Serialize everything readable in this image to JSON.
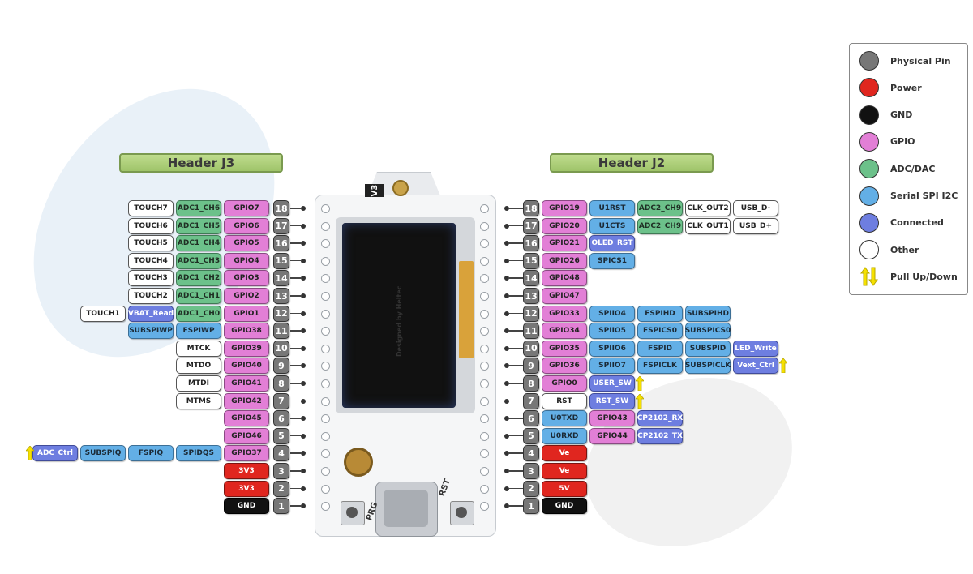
{
  "header_left": "Header J3",
  "header_right": "Header J2",
  "board": {
    "version_label": "V3",
    "prg_label": "PRG",
    "rst_label": "RST",
    "side_text": "Designed by Heltec"
  },
  "legend": [
    {
      "label": "Physical Pin",
      "color": "#777777"
    },
    {
      "label": "Power",
      "color": "#e0261f"
    },
    {
      "label": "GND",
      "color": "#111111"
    },
    {
      "label": "GPIO",
      "color": "#e27fd6"
    },
    {
      "label": "ADC/DAC",
      "color": "#6cc18a"
    },
    {
      "label": "Serial SPI I2C",
      "color": "#63afe6"
    },
    {
      "label": "Connected",
      "color": "#6e7ee0"
    },
    {
      "label": "Other",
      "color": "#ffffff"
    },
    {
      "label": "Pull Up/Down",
      "color": "#f5e000"
    }
  ],
  "j3_rows": [
    {
      "pin": "18",
      "labels": [
        {
          "t": "GPIO7",
          "c": "gpio"
        },
        {
          "t": "ADC1_CH6",
          "c": "adc"
        },
        {
          "t": "TOUCH7",
          "c": "other"
        }
      ]
    },
    {
      "pin": "17",
      "labels": [
        {
          "t": "GPIO6",
          "c": "gpio"
        },
        {
          "t": "ADC1_CH5",
          "c": "adc"
        },
        {
          "t": "TOUCH6",
          "c": "other"
        }
      ]
    },
    {
      "pin": "16",
      "labels": [
        {
          "t": "GPIO5",
          "c": "gpio"
        },
        {
          "t": "ADC1_CH4",
          "c": "adc"
        },
        {
          "t": "TOUCH5",
          "c": "other"
        }
      ]
    },
    {
      "pin": "15",
      "labels": [
        {
          "t": "GPIO4",
          "c": "gpio"
        },
        {
          "t": "ADC1_CH3",
          "c": "adc"
        },
        {
          "t": "TOUCH4",
          "c": "other"
        }
      ]
    },
    {
      "pin": "14",
      "labels": [
        {
          "t": "GPIO3",
          "c": "gpio"
        },
        {
          "t": "ADC1_CH2",
          "c": "adc"
        },
        {
          "t": "TOUCH3",
          "c": "other"
        }
      ]
    },
    {
      "pin": "13",
      "labels": [
        {
          "t": "GPIO2",
          "c": "gpio"
        },
        {
          "t": "ADC1_CH1",
          "c": "adc"
        },
        {
          "t": "TOUCH2",
          "c": "other"
        }
      ]
    },
    {
      "pin": "12",
      "labels": [
        {
          "t": "GPIO1",
          "c": "gpio"
        },
        {
          "t": "ADC1_CH0",
          "c": "adc"
        },
        {
          "t": "VBAT_Read",
          "c": "conn"
        },
        {
          "t": "TOUCH1",
          "c": "other"
        }
      ]
    },
    {
      "pin": "11",
      "labels": [
        {
          "t": "GPIO38",
          "c": "gpio"
        },
        {
          "t": "FSPIWP",
          "c": "spi"
        },
        {
          "t": "SUBSPIWP",
          "c": "spi"
        }
      ]
    },
    {
      "pin": "10",
      "labels": [
        {
          "t": "GPIO39",
          "c": "gpio"
        },
        {
          "t": "MTCK",
          "c": "other"
        }
      ]
    },
    {
      "pin": "9",
      "labels": [
        {
          "t": "GPIO40",
          "c": "gpio"
        },
        {
          "t": "MTDO",
          "c": "other"
        }
      ]
    },
    {
      "pin": "8",
      "labels": [
        {
          "t": "GPIO41",
          "c": "gpio"
        },
        {
          "t": "MTDI",
          "c": "other"
        }
      ]
    },
    {
      "pin": "7",
      "labels": [
        {
          "t": "GPIO42",
          "c": "gpio"
        },
        {
          "t": "MTMS",
          "c": "other"
        }
      ]
    },
    {
      "pin": "6",
      "labels": [
        {
          "t": "GPIO45",
          "c": "gpio"
        }
      ]
    },
    {
      "pin": "5",
      "labels": [
        {
          "t": "GPIO46",
          "c": "gpio"
        }
      ]
    },
    {
      "pin": "4",
      "labels": [
        {
          "t": "GPIO37",
          "c": "gpio"
        },
        {
          "t": "SPIDQS",
          "c": "spi"
        },
        {
          "t": "FSPIQ",
          "c": "spi"
        },
        {
          "t": "SUBSPIQ",
          "c": "spi"
        },
        {
          "t": "ADC_Ctrl",
          "c": "conn"
        }
      ]
    },
    {
      "pin": "3",
      "labels": [
        {
          "t": "3V3",
          "c": "power"
        }
      ]
    },
    {
      "pin": "2",
      "labels": [
        {
          "t": "3V3",
          "c": "power"
        }
      ]
    },
    {
      "pin": "1",
      "labels": [
        {
          "t": "GND",
          "c": "gnd"
        }
      ]
    }
  ],
  "j2_rows": [
    {
      "pin": "18",
      "labels": [
        {
          "t": "GPIO19",
          "c": "gpio"
        },
        {
          "t": "U1RST",
          "c": "spi"
        },
        {
          "t": "ADC2_CH9",
          "c": "adc"
        },
        {
          "t": "CLK_OUT2",
          "c": "other"
        },
        {
          "t": "USB_D-",
          "c": "other"
        }
      ]
    },
    {
      "pin": "17",
      "labels": [
        {
          "t": "GPIO20",
          "c": "gpio"
        },
        {
          "t": "U1CTS",
          "c": "spi"
        },
        {
          "t": "ADC2_CH9",
          "c": "adc"
        },
        {
          "t": "CLK_OUT1",
          "c": "other"
        },
        {
          "t": "USB_D+",
          "c": "other"
        }
      ]
    },
    {
      "pin": "16",
      "labels": [
        {
          "t": "GPIO21",
          "c": "gpio"
        },
        {
          "t": "OLED_RST",
          "c": "conn"
        }
      ]
    },
    {
      "pin": "15",
      "labels": [
        {
          "t": "GPIO26",
          "c": "gpio"
        },
        {
          "t": "SPICS1",
          "c": "spi"
        }
      ]
    },
    {
      "pin": "14",
      "labels": [
        {
          "t": "GPIO48",
          "c": "gpio"
        }
      ]
    },
    {
      "pin": "13",
      "labels": [
        {
          "t": "GPIO47",
          "c": "gpio"
        }
      ]
    },
    {
      "pin": "12",
      "labels": [
        {
          "t": "GPIO33",
          "c": "gpio"
        },
        {
          "t": "SPIIO4",
          "c": "spi"
        },
        {
          "t": "FSPIHD",
          "c": "spi"
        },
        {
          "t": "SUBSPIHD",
          "c": "spi"
        }
      ]
    },
    {
      "pin": "11",
      "labels": [
        {
          "t": "GPIO34",
          "c": "gpio"
        },
        {
          "t": "SPIIO5",
          "c": "spi"
        },
        {
          "t": "FSPICS0",
          "c": "spi"
        },
        {
          "t": "SUBSPICS0",
          "c": "spi"
        }
      ]
    },
    {
      "pin": "10",
      "labels": [
        {
          "t": "GPIO35",
          "c": "gpio"
        },
        {
          "t": "SPIIO6",
          "c": "spi"
        },
        {
          "t": "FSPID",
          "c": "spi"
        },
        {
          "t": "SUBSPID",
          "c": "spi"
        },
        {
          "t": "LED_Write",
          "c": "conn"
        }
      ]
    },
    {
      "pin": "9",
      "labels": [
        {
          "t": "GPIO36",
          "c": "gpio"
        },
        {
          "t": "SPIIO7",
          "c": "spi"
        },
        {
          "t": "FSPICLK",
          "c": "spi"
        },
        {
          "t": "SUBSPICLK",
          "c": "spi"
        },
        {
          "t": "Vext_Ctrl",
          "c": "conn"
        }
      ]
    },
    {
      "pin": "8",
      "labels": [
        {
          "t": "GPIO0",
          "c": "gpio"
        },
        {
          "t": "USER_SW",
          "c": "conn"
        }
      ]
    },
    {
      "pin": "7",
      "labels": [
        {
          "t": "RST",
          "c": "other"
        },
        {
          "t": "RST_SW",
          "c": "conn"
        }
      ]
    },
    {
      "pin": "6",
      "labels": [
        {
          "t": "U0TXD",
          "c": "spi"
        },
        {
          "t": "GPIO43",
          "c": "gpio"
        },
        {
          "t": "CP2102_RX",
          "c": "conn"
        }
      ]
    },
    {
      "pin": "5",
      "labels": [
        {
          "t": "U0RXD",
          "c": "spi"
        },
        {
          "t": "GPIO44",
          "c": "gpio"
        },
        {
          "t": "CP2102_TX",
          "c": "conn"
        }
      ]
    },
    {
      "pin": "4",
      "labels": [
        {
          "t": "Ve",
          "c": "power"
        }
      ]
    },
    {
      "pin": "3",
      "labels": [
        {
          "t": "Ve",
          "c": "power"
        }
      ]
    },
    {
      "pin": "2",
      "labels": [
        {
          "t": "5V",
          "c": "power"
        }
      ]
    },
    {
      "pin": "1",
      "labels": [
        {
          "t": "GND",
          "c": "gnd"
        }
      ]
    }
  ]
}
